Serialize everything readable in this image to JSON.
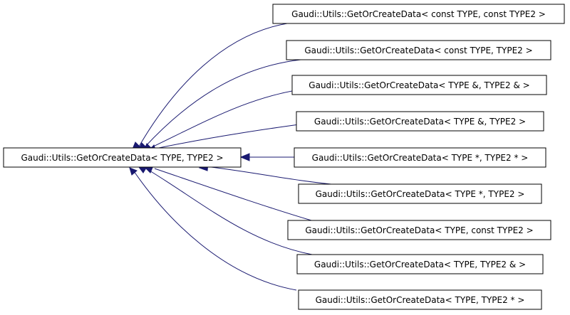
{
  "diagram": {
    "base": {
      "label": "Gaudi::Utils::GetOrCreateData< TYPE, TYPE2 >"
    },
    "derived": [
      {
        "label": "Gaudi::Utils::GetOrCreateData< const TYPE, const TYPE2 >"
      },
      {
        "label": "Gaudi::Utils::GetOrCreateData< const TYPE, TYPE2 >"
      },
      {
        "label": "Gaudi::Utils::GetOrCreateData< TYPE &, TYPE2 & >"
      },
      {
        "label": "Gaudi::Utils::GetOrCreateData< TYPE &, TYPE2 >"
      },
      {
        "label": "Gaudi::Utils::GetOrCreateData< TYPE *, TYPE2 * >"
      },
      {
        "label": "Gaudi::Utils::GetOrCreateData< TYPE *, TYPE2 >"
      },
      {
        "label": "Gaudi::Utils::GetOrCreateData< TYPE, const TYPE2 >"
      },
      {
        "label": "Gaudi::Utils::GetOrCreateData< TYPE, TYPE2 & >"
      },
      {
        "label": "Gaudi::Utils::GetOrCreateData< TYPE, TYPE2 * >"
      }
    ],
    "colors": {
      "edge": "#191970",
      "node_border": "#000000",
      "background": "#ffffff"
    }
  }
}
